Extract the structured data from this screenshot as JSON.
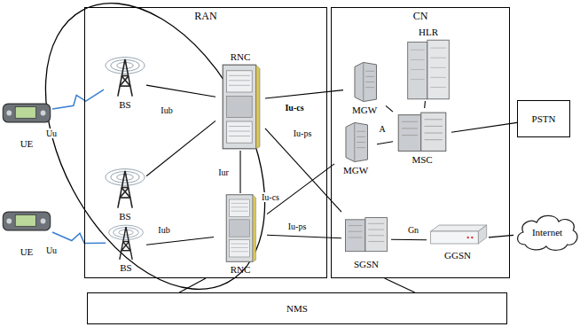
{
  "diagram": {
    "nodes": [
      {
        "text": [
          "RAN"
        ]
      },
      {
        "text": [
          "CN"
        ]
      },
      {
        "text": [
          "UE"
        ]
      },
      {
        "text": [
          "BS"
        ],
        "in": 0
      },
      {
        "text": [
          "RNC"
        ],
        "in": 0
      },
      {
        "text": [
          "BS"
        ],
        "in": 0
      },
      {
        "text": [
          "BS"
        ],
        "in": 0
      },
      {
        "text": [
          "RNC"
        ],
        "in": 0
      },
      {
        "text": [
          "HLR"
        ],
        "in": 1
      },
      {
        "text": [
          "MGW"
        ],
        "in": 1
      },
      {
        "text": [
          "MGW"
        ],
        "in": 1
      },
      {
        "text": [
          "MSC"
        ],
        "in": 1
      },
      {
        "text": [
          "SGSN"
        ],
        "in": 1
      },
      {
        "text": [
          "GGSN"
        ],
        "in": 1
      },
      {
        "text": [
          "PSTN"
        ]
      },
      {
        "text": [
          "UE"
        ]
      },
      {
        "text": [
          "Internet"
        ]
      },
      {
        "text": [
          "NMS"
        ]
      }
    ],
    "edges": [
      {
        "from": 2,
        "to": 3,
        "arrow": "none",
        "label": "Uu"
      },
      {
        "from": 3,
        "to": 4,
        "arrow": "none",
        "label": "Iub"
      },
      {
        "from": 5,
        "to": 4,
        "arrow": "none"
      },
      {
        "from": 4,
        "to": 7,
        "arrow": "none",
        "label": "Iur"
      },
      {
        "from": 4,
        "to": 9,
        "arrow": "none",
        "label": "Iu-cs"
      },
      {
        "from": 4,
        "to": 12,
        "arrow": "none",
        "label": "Iu-ps"
      },
      {
        "from": 6,
        "to": 7,
        "arrow": "none",
        "label": "Iub"
      },
      {
        "from": 15,
        "to": 6,
        "arrow": "none",
        "label": "Uu"
      },
      {
        "from": 7,
        "to": 10,
        "arrow": "none",
        "label": "Iu-cs"
      },
      {
        "from": 7,
        "to": 12,
        "arrow": "none",
        "label": "Iu-ps"
      },
      {
        "from": 9,
        "to": 11,
        "arrow": "none"
      },
      {
        "from": 10,
        "to": 11,
        "arrow": "none",
        "label": "A"
      },
      {
        "from": 8,
        "to": 11,
        "arrow": "none"
      },
      {
        "from": 11,
        "to": 14,
        "arrow": "none"
      },
      {
        "from": 12,
        "to": 13,
        "arrow": "none",
        "label": "Gn"
      },
      {
        "from": 13,
        "to": 16,
        "arrow": "none"
      },
      {
        "from": 0,
        "to": 17,
        "arrow": "none"
      },
      {
        "from": 1,
        "to": 17,
        "arrow": "none"
      }
    ]
  }
}
